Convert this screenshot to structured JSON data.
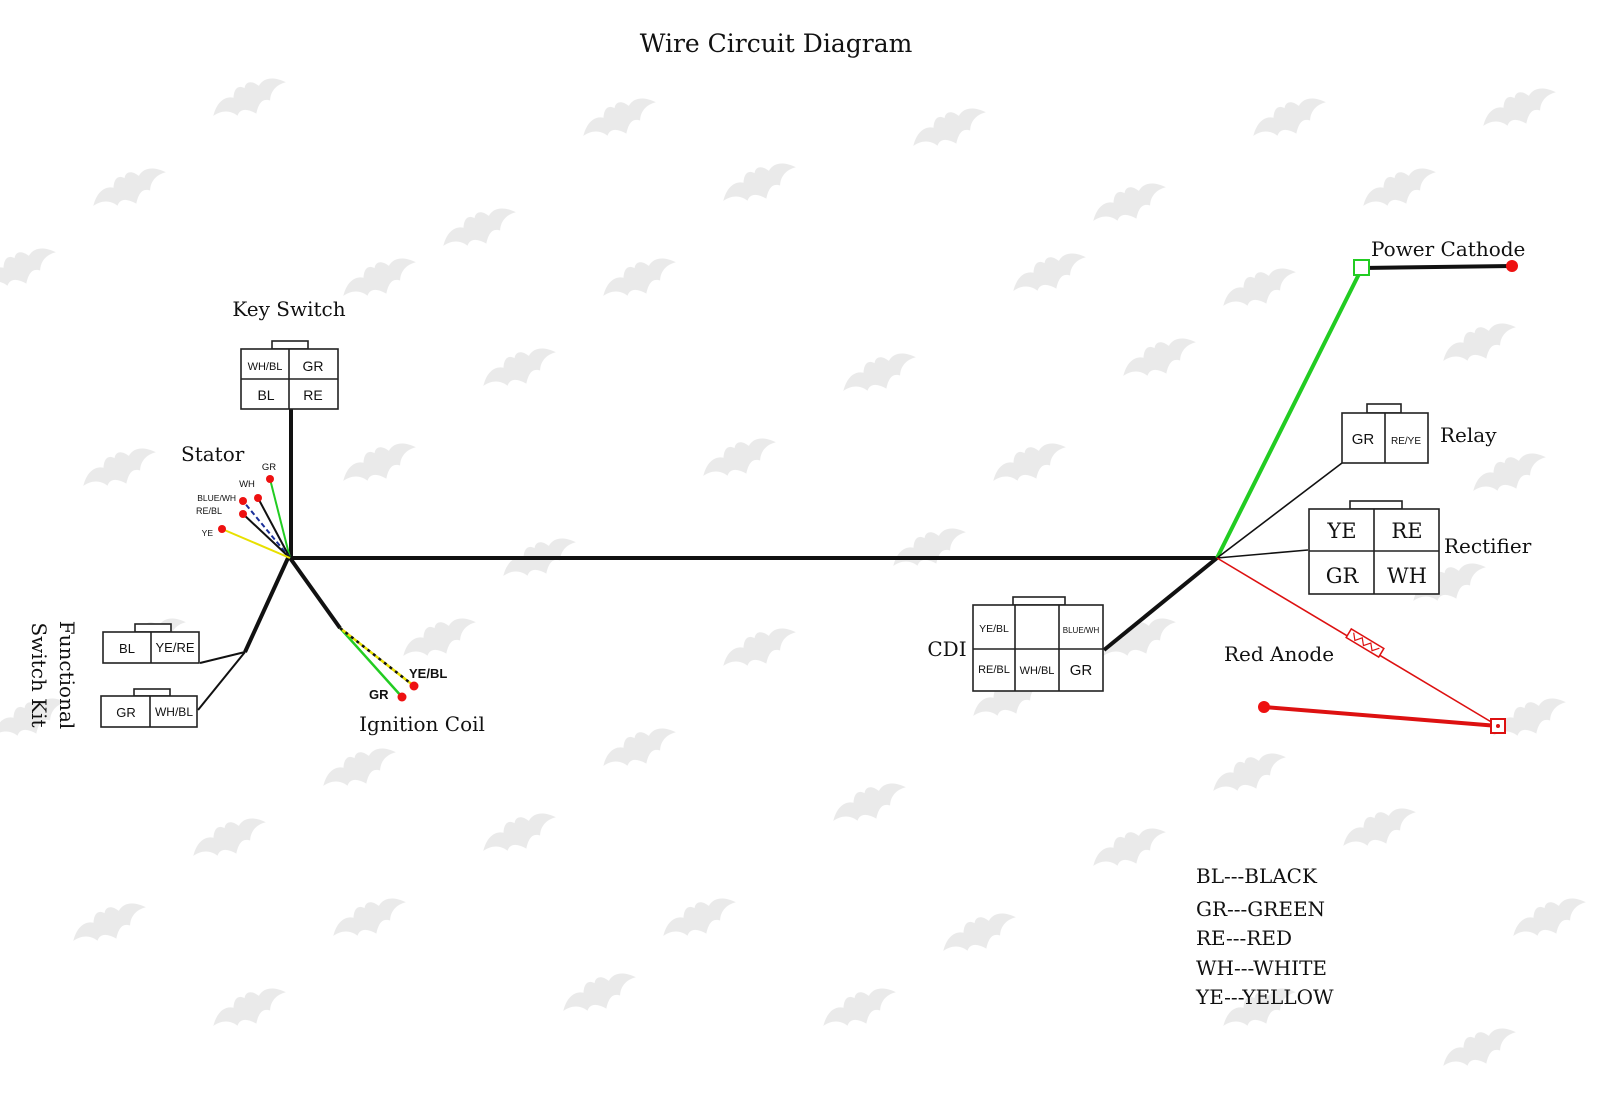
{
  "title": "Wire Circuit Diagram",
  "colors": {
    "black": "#111111",
    "green": "#22cc22",
    "red": "#dd1111",
    "yellow": "#e8e000",
    "blue": "#1a2f9a",
    "pin": "#ee1111",
    "watermark": "#d8d8d8"
  },
  "components": {
    "key_switch": {
      "label": "Key Switch",
      "pins": [
        "WH/BL",
        "GR",
        "BL",
        "RE"
      ]
    },
    "stator": {
      "label": "Stator",
      "wires": [
        "GR",
        "WH",
        "BLUE/WH",
        "RE/BL",
        "YE"
      ]
    },
    "functional_switch_kit": {
      "label_line1": "Functional",
      "label_line2": "Switch Kit",
      "connector_top": [
        "BL",
        "YE/RE"
      ],
      "connector_bottom": [
        "GR",
        "WH/BL"
      ]
    },
    "ignition_coil": {
      "label": "Ignition Coil",
      "wires": [
        "YE/BL",
        "GR"
      ]
    },
    "cdi": {
      "label": "CDI",
      "pins": [
        "YE/BL",
        "",
        "BLUE/WH",
        "RE/BL",
        "WH/BL",
        "GR"
      ]
    },
    "power_cathode": {
      "label": "Power Cathode"
    },
    "relay": {
      "label": "Relay",
      "pins": [
        "GR",
        "RE/YE"
      ]
    },
    "rectifier": {
      "label": "Rectifier",
      "pins": [
        "YE",
        "RE",
        "GR",
        "WH"
      ]
    },
    "red_anode": {
      "label": "Red Anode"
    }
  },
  "legend": [
    "BL---BLACK",
    "GR---GREEN",
    "RE---RED",
    "WH---WHITE",
    "YE---YELLOW"
  ]
}
